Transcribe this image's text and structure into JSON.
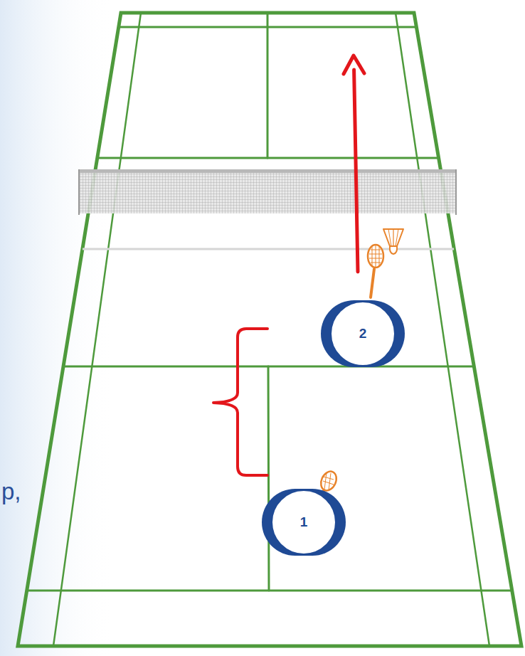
{
  "diagram": {
    "nodes": [
      {
        "text": [
          "2"
        ]
      },
      {
        "text": [
          "1"
        ]
      }
    ],
    "labels": [
      "p,"
    ]
  }
}
